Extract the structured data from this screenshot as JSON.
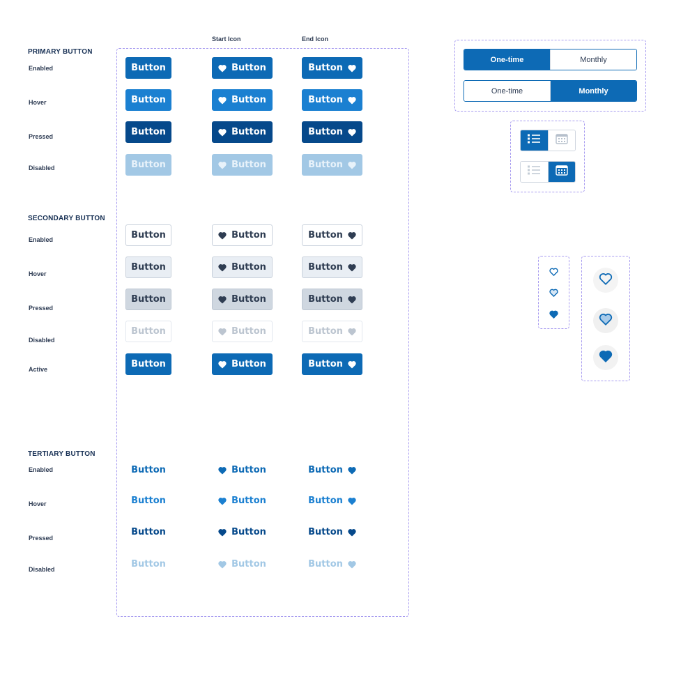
{
  "primary": {
    "title": "PRIMARY BUTTON",
    "states": [
      "Enabled",
      "Hover",
      "Pressed",
      "Disabled"
    ],
    "button_label": "Button"
  },
  "secondary": {
    "title": "SECONDARY BUTTON",
    "states": [
      "Enabled",
      "Hover",
      "Pressed",
      "Disabled",
      "Active"
    ],
    "button_label": "Button"
  },
  "tertiary": {
    "title": "TERTIARY BUTTON",
    "states": [
      "Enabled",
      "Hover",
      "Pressed",
      "Disabled"
    ],
    "button_label": "Button"
  },
  "columns": {
    "start_icon": "Start Icon",
    "end_icon": "End Icon"
  },
  "icons": {
    "button_icon": "heart-icon",
    "list_view": "list-icon",
    "calendar_view": "calendar-icon",
    "favorite": "heart-outline-icon"
  },
  "frequency_toggle": {
    "options": [
      "One-time",
      "Monthly"
    ]
  },
  "colors": {
    "primary": "#0d6ab5",
    "primary_hover": "#1b80d1",
    "primary_pressed": "#06498b",
    "primary_disabled": "#a2c8e5",
    "dashed_border": "#a79bf0",
    "text_dark": "#173054"
  }
}
